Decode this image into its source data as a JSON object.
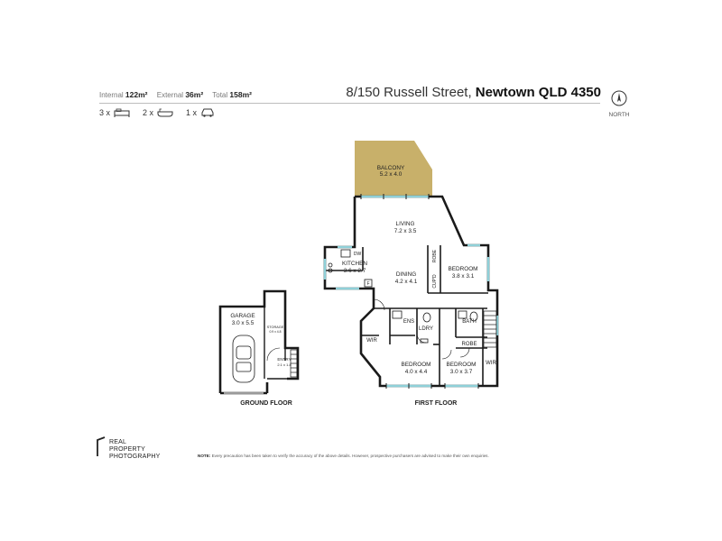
{
  "header": {
    "areas": [
      {
        "label": "Internal",
        "value": "122m²"
      },
      {
        "label": "External",
        "value": "36m²"
      },
      {
        "label": "Total",
        "value": "158m²"
      }
    ],
    "street": "8/150 Russell Street,",
    "suburb": "Newtown QLD 4350",
    "features": [
      {
        "count": "3 x",
        "icon": "bed-icon"
      },
      {
        "count": "2 x",
        "icon": "bath-icon"
      },
      {
        "count": "1 x",
        "icon": "car-icon"
      }
    ],
    "north_label": "NORTH"
  },
  "rooms": {
    "balcony": {
      "name": "BALCONY",
      "size": "5.2 x 4.0"
    },
    "living": {
      "name": "LIVING",
      "size": "7.2 x 3.5"
    },
    "kitchen": {
      "name": "KITCHEN",
      "size": "3.6 x 2.7"
    },
    "dining": {
      "name": "DINING",
      "size": "4.2 x 4.1"
    },
    "bedroom1": {
      "name": "BEDROOM",
      "size": "3.8 x 3.1"
    },
    "bedroom2": {
      "name": "BEDROOM",
      "size": "4.0 x 4.4"
    },
    "bedroom3": {
      "name": "BEDROOM",
      "size": "3.0 x 3.7"
    },
    "garage": {
      "name": "GARAGE",
      "size": "3.0 x 5.5"
    },
    "entry": {
      "name": "ENTRY",
      "size": "2.1 x 1.8"
    },
    "storage": {
      "name": "STORAGE",
      "size": "0.9 x 4.8"
    },
    "labels": {
      "dw": "DW",
      "f": "F",
      "robe": "ROBE",
      "cupd": "CUP'D",
      "ens": "ENS",
      "ldry": "LDRY",
      "bath": "BATH",
      "wir": "WIR"
    }
  },
  "floors": {
    "ground": "GROUND FLOOR",
    "first": "FIRST FLOOR"
  },
  "logo": {
    "line1": "REAL",
    "line2": "PROPERTY",
    "line3": "PHOTOGRAPHY"
  },
  "note": {
    "label": "NOTE:",
    "text": "Every precaution has been taken to verify the accuracy of the above details. However, prospective purchasers are advised to make their own enquiries."
  },
  "colors": {
    "balcony_fill": "#c8b06a",
    "wall": "#1a1a1a",
    "window": "#8fd0d8"
  }
}
